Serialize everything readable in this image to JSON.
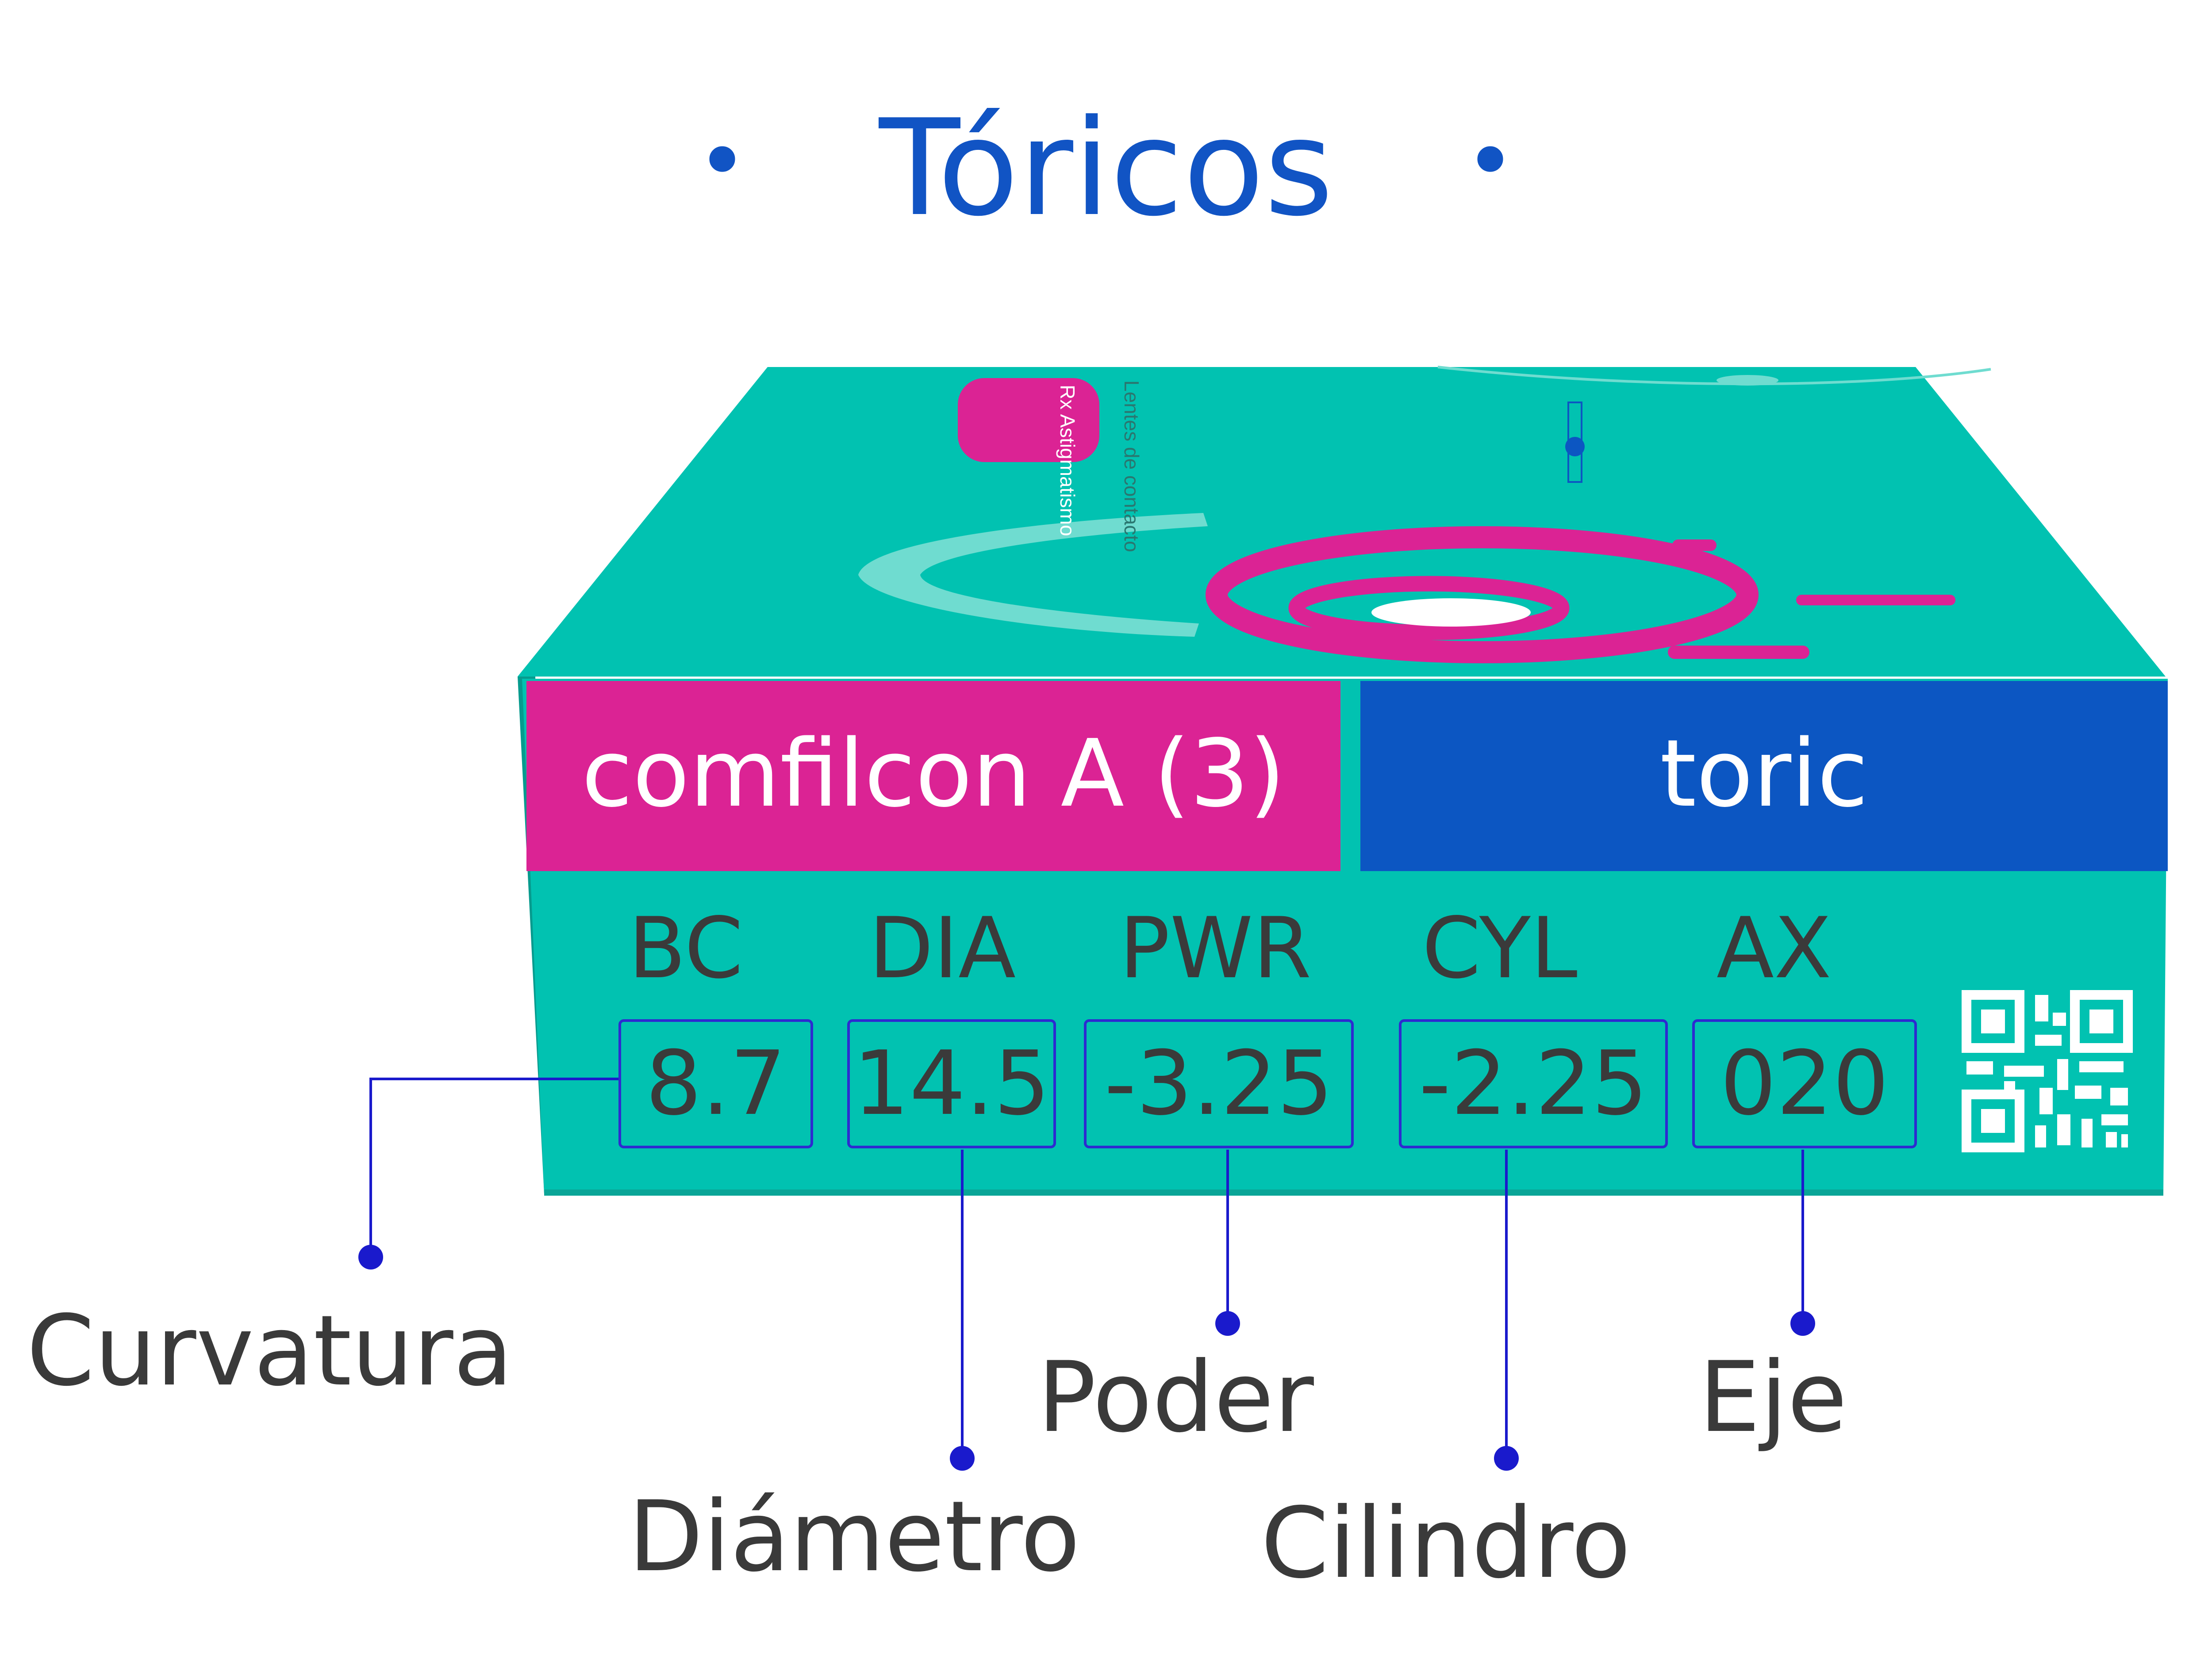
{
  "title": "Tóricos",
  "bullet_char": "•",
  "box": {
    "colors": {
      "teal": "#01c2b1",
      "teal_dark": "#079b8e",
      "magenta": "#db2394",
      "blue": "#0c56c2",
      "title_blue": "#1154c4",
      "connector": "#1a1acc",
      "text_dark": "#3a3a3a"
    },
    "top_vertical_texts": [
      "Lentes de contacto",
      "Rx Astigmatismo"
    ],
    "material_label": "comfilcon A (3)",
    "type_label": "toric",
    "qr_icon": "qr-code-icon"
  },
  "params": [
    {
      "header": "BC",
      "value": "8.7",
      "label": "Curvatura"
    },
    {
      "header": "DIA",
      "value": "14.5",
      "label": "Diámetro"
    },
    {
      "header": "PWR",
      "value": "-3.25",
      "label": "Poder"
    },
    {
      "header": "CYL",
      "value": "-2.25",
      "label": "Cilindro"
    },
    {
      "header": "AX",
      "value": "020",
      "label": "Eje"
    }
  ]
}
